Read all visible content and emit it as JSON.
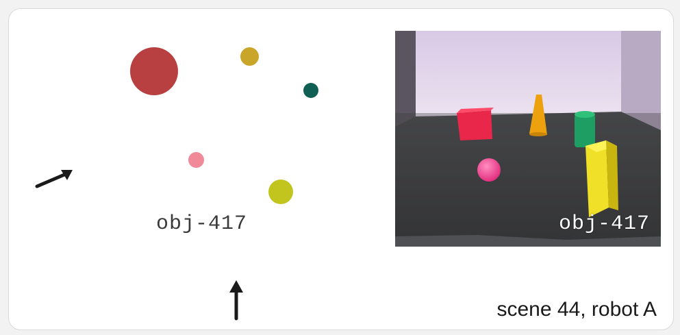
{
  "scene_map": {
    "object_label": "obj-417",
    "objects": [
      {
        "name": "large-red-circle",
        "color": "#b94040"
      },
      {
        "name": "olive-yellow-circle",
        "color": "#c9a52a"
      },
      {
        "name": "teal-circle",
        "color": "#0f5f54"
      },
      {
        "name": "pink-circle",
        "color": "#f08a99"
      },
      {
        "name": "lime-circle",
        "color": "#c3c51f"
      }
    ],
    "arrows": [
      {
        "name": "left-arrow-icon",
        "direction": "up-right"
      },
      {
        "name": "bottom-arrow-icon",
        "direction": "up"
      }
    ]
  },
  "camera_view": {
    "object_label": "obj-417"
  },
  "caption": "scene 44, robot A"
}
